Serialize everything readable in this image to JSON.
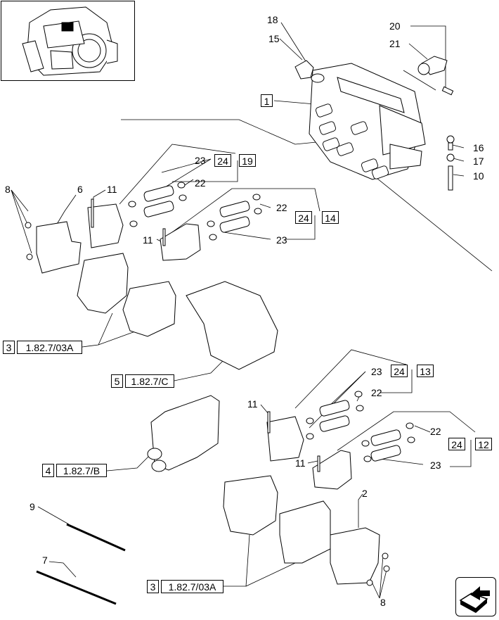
{
  "callouts": {
    "n1": "1",
    "n2": "2",
    "n6": "6",
    "n7": "7",
    "n8a": "8",
    "n8b": "8",
    "n9": "9",
    "n10": "10",
    "n11a": "11",
    "n11b": "11",
    "n11c": "11",
    "n11d": "11",
    "n15": "15",
    "n16": "16",
    "n17": "17",
    "n18": "18",
    "n20": "20",
    "n21": "21",
    "n22a": "22",
    "n22b": "22",
    "n22c": "22",
    "n22d": "22",
    "n23a": "23",
    "n23b": "23",
    "n23c": "23",
    "n23d": "23",
    "n24a": "24",
    "n24b": "24",
    "n24c": "24",
    "n24d": "24",
    "n19": "19",
    "n14": "14",
    "n13": "13",
    "n12": "12"
  },
  "refs": {
    "r1_num": "3",
    "r1_text": "1.82.7/03A",
    "r2_num": "5",
    "r2_text": "1.82.7/C",
    "r3_num": "4",
    "r3_text": "1.82.7/B",
    "r4_num": "3",
    "r4_text": "1.82.7/03A"
  },
  "icons": {
    "thumbnail": "tractor-housing-thumbnail-icon",
    "nav": "next-page-arrow-icon"
  }
}
